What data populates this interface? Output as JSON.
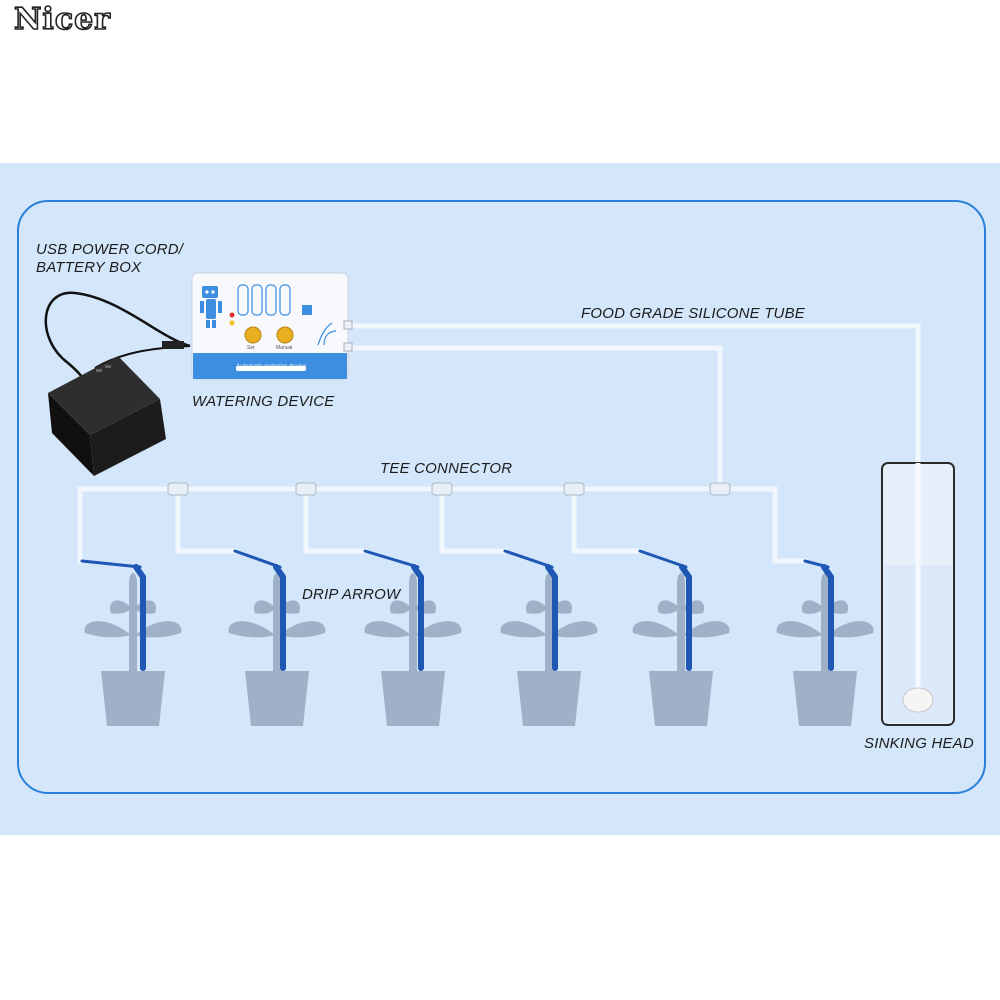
{
  "brand": {
    "logo_text": "Nicer"
  },
  "labels": {
    "usb_line1": "USB POWER CORD/",
    "usb_line2": "BATTERY BOX",
    "watering_device": "WATERING DEVICE",
    "silicone_tube": "FOOD GRADE SILICONE TUBE",
    "tee_connector": "TEE CONNECTOR",
    "drip_arrow": "DRIP ARROW",
    "sinking_head": "SINKING HEAD"
  },
  "device": {
    "panel_title": "Automatic watering device",
    "button_left": "Set",
    "button_right": "Manual"
  },
  "icons": {
    "robot": "robot-icon",
    "plant": "plant-icon",
    "pot": "pot-icon",
    "battery": "battery-box-icon",
    "sinking_head": "sinking-head-icon"
  },
  "colors": {
    "band": "#d3e6fa",
    "frame": "#2a7fd8",
    "tube": "#f2f7fd",
    "drip_arrow": "#1f57b5",
    "plant": "#9fb1c7",
    "device_accent": "#3d8ee0",
    "battery": "#1a1a1a"
  },
  "plant_count": 6
}
